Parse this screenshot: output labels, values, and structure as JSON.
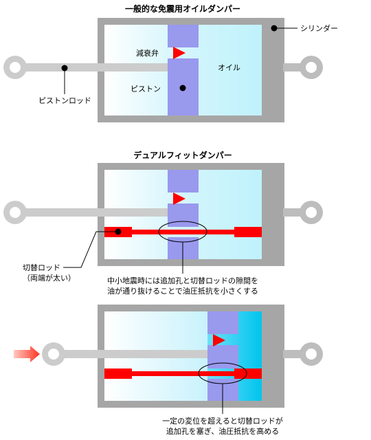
{
  "diagram1": {
    "title": "一般的な免震用オイルダンパー",
    "labels": {
      "cylinder": "シリンダー",
      "valve": "減衰弁",
      "oil": "オイル",
      "piston": "ピストン",
      "piston_rod": "ピストンロッド"
    }
  },
  "diagram2": {
    "title": "デュアルフィットダンパー",
    "switch_rod_label": "切替ロッド",
    "switch_rod_note": "（両端が太い）",
    "caption_line1": "中小地震時には追加孔と切替ロッドの隙間を",
    "caption_line2": "油が通り抜けることで油圧抵抗を小さくする"
  },
  "diagram3": {
    "caption_line1": "一定の変位を超えると切替ロッドが",
    "caption_line2": "追加孔を塞ぎ、油圧抵抗を高める"
  },
  "colors": {
    "casing": "#a6a6a6",
    "oil_light": "#c8f4fc",
    "oil_dark": "#00c8f0",
    "piston": "#9999ee",
    "rod": "#cccccc",
    "switch_rod": "#ff0000",
    "force_arrow": "#ff6655"
  }
}
